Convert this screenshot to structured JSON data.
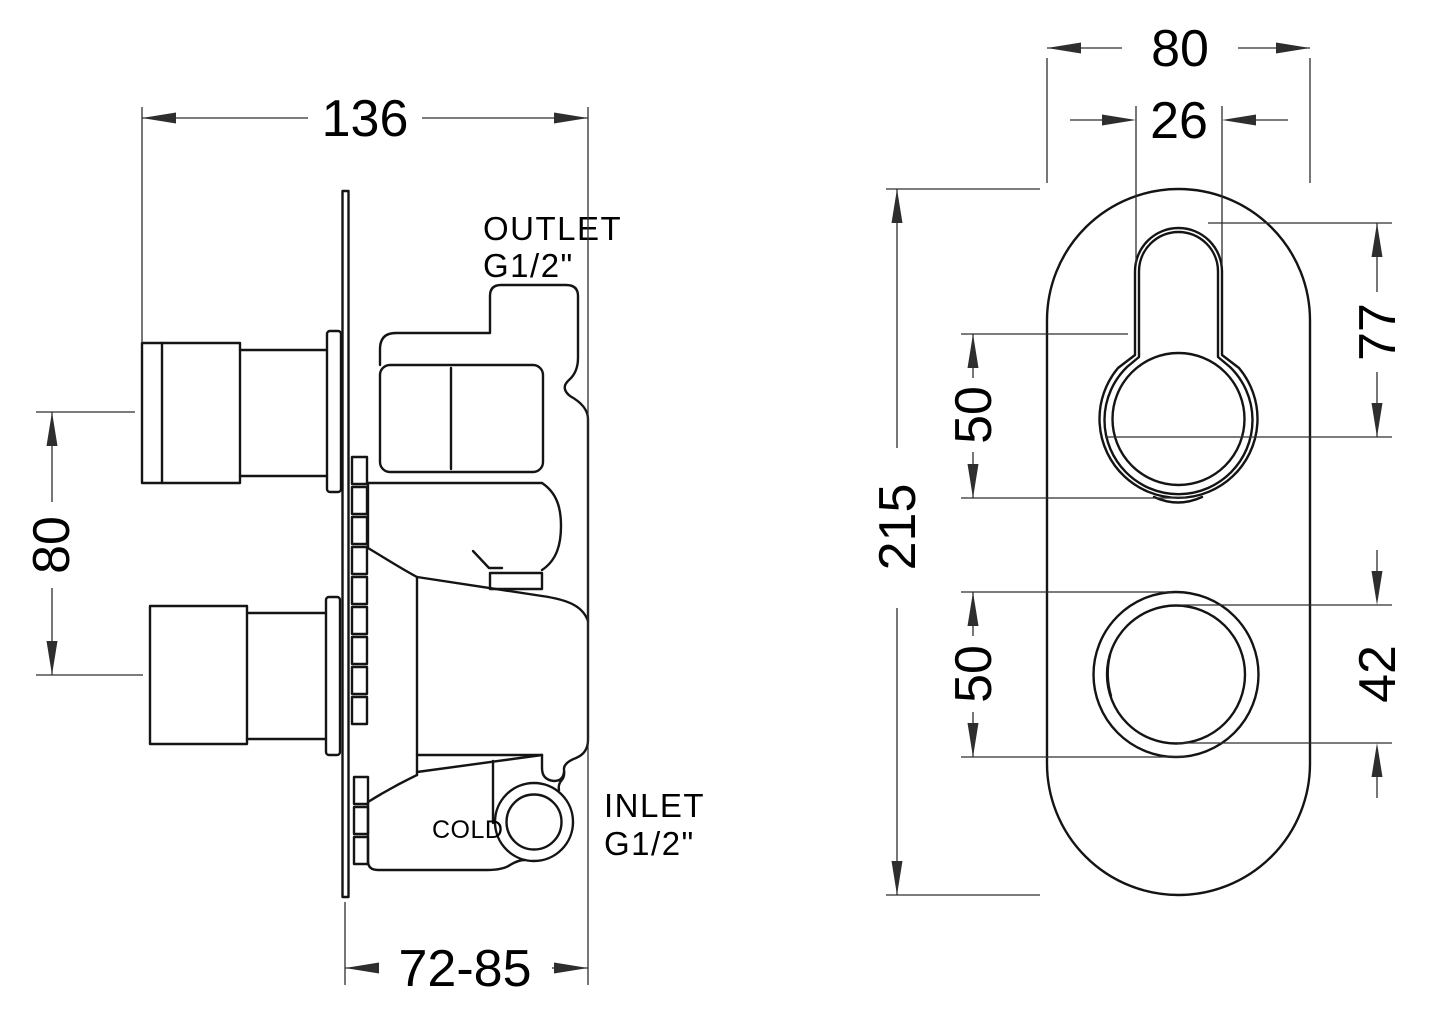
{
  "side_view": {
    "dim_width": "136",
    "dim_handle_centers": "80",
    "dim_depth_range": "72-85",
    "outlet_label": "OUTLET",
    "outlet_thread": "G1/2\"",
    "inlet_label": "INLET",
    "inlet_thread": "G1/2\"",
    "cold_label": "COLD"
  },
  "front_view": {
    "dim_plate_width": "80",
    "dim_slot_width": "26",
    "dim_plate_height": "215",
    "dim_upper_knob": "50",
    "dim_lower_knob": "50",
    "dim_keyhole_height": "77",
    "dim_knob_inner": "42"
  },
  "colors": {
    "background": "#ffffff",
    "outline": "#141414",
    "dimension": "#2e2e2e"
  }
}
